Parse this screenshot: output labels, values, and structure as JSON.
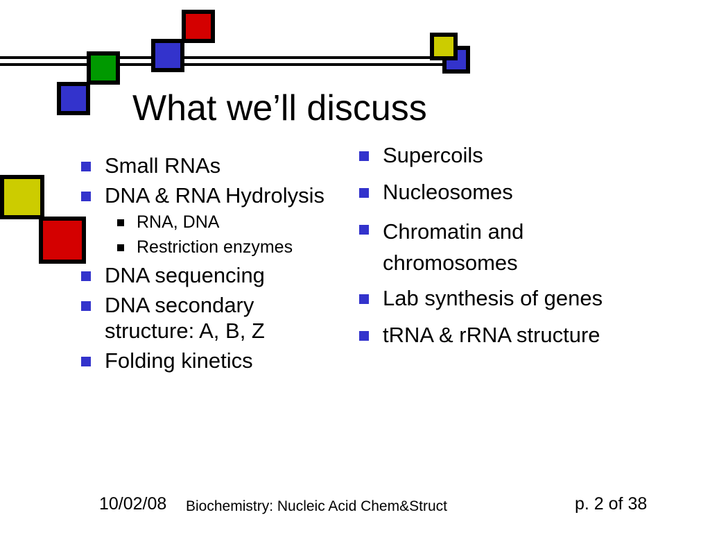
{
  "slide": {
    "title": "What we’ll discuss"
  },
  "left_column": {
    "items": [
      {
        "label": "Small RNAs"
      },
      {
        "label": "DNA & RNA Hydrolysis",
        "sub": [
          "RNA, DNA",
          "Restriction enzymes"
        ]
      },
      {
        "label": "DNA sequencing"
      },
      {
        "label": "DNA secondary structure: A, B, Z"
      },
      {
        "label": "Folding kinetics"
      }
    ]
  },
  "right_column": {
    "items": [
      {
        "label": "Supercoils"
      },
      {
        "label": "Nucleosomes"
      },
      {
        "label": "Chromatin and chromosomes"
      },
      {
        "label": "Lab synthesis of genes"
      },
      {
        "label": "tRNA & rRNA structure"
      }
    ]
  },
  "footer": {
    "date": "10/02/08",
    "course": "Biochemistry: Nucleic Acid Chem&Struct",
    "page": "p. 2 of 38"
  },
  "colors": {
    "red": "#d40000",
    "green": "#009900",
    "blue": "#3333cc",
    "yellow": "#cccc00",
    "bullet": "#3333cc"
  }
}
